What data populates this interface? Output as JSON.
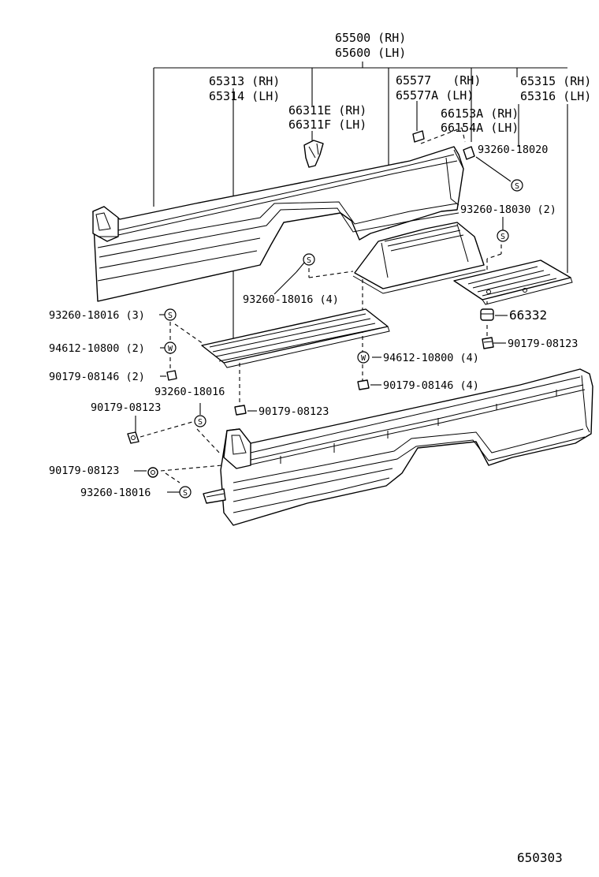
{
  "diagram": {
    "ref_number": "650303",
    "symbols": {
      "screw": "S",
      "washer": "W"
    },
    "labels": {
      "p65500": "65500 (RH)",
      "p65600": "65600 (LH)",
      "p65313": "65313 (RH)",
      "p65314": "65314 (LH)",
      "p66311e": "66311E (RH)",
      "p66311f": "66311F (LH)",
      "p65577": "65577   (RH)",
      "p65577a": "65577A (LH)",
      "p65315": "65315 (RH)",
      "p65316": "65316 (LH)",
      "p66153a": "66153A (RH)",
      "p66154a": "66154A (LH)",
      "s93260_18020": "93260-18020",
      "s93260_18030": "93260-18030 (2)",
      "s93260_18016_4": "93260-18016 (4)",
      "s93260_18016_3": "93260-18016 (3)",
      "w94612_10800_2": "94612-10800 (2)",
      "n90179_08146_2": "90179-08146 (2)",
      "s93260_18016_mid": "93260-18016",
      "n90179_08123_a": "90179-08123",
      "n90179_08123_b": "90179-08123",
      "n90179_08123_c": "90179-08123",
      "n90179_08123_d": "90179-08123",
      "s93260_18016_low": "93260-18016",
      "p66332": "66332",
      "w94612_10800_4": "94612-10800 (4)",
      "n90179_08146_4": "90179-08146 (4)"
    }
  }
}
